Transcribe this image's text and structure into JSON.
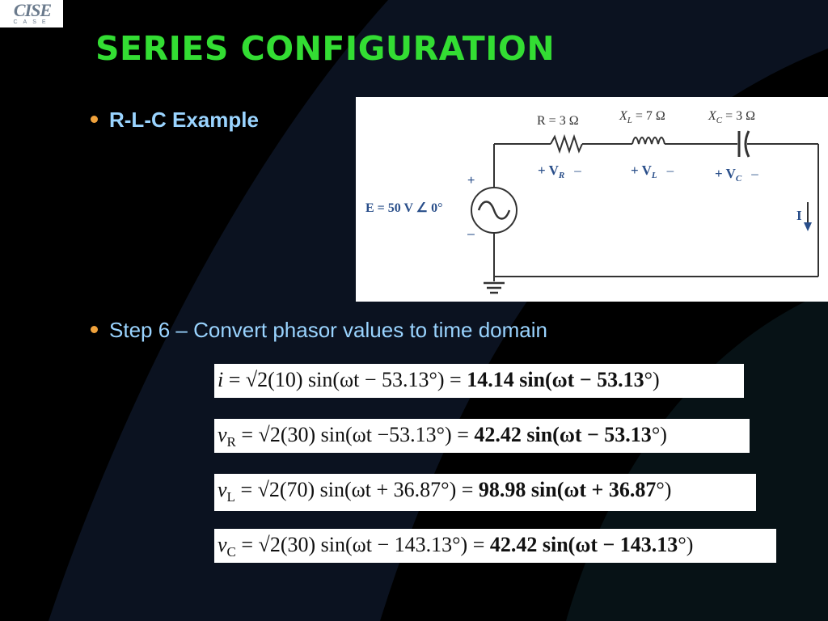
{
  "logo": {
    "main": "CISE",
    "sub": "CASE"
  },
  "title": "SERIES CONFIGURATION",
  "bullets": [
    "R-L-C Example",
    "Step 6 – Convert phasor values to time domain"
  ],
  "circuit": {
    "R": "R = 3 Ω",
    "XL": "X",
    "XL_sub": "L",
    "XL_val": " = 7 Ω",
    "XC": "X",
    "XC_sub": "C",
    "XC_val": " = 3 Ω",
    "VR": "+  V",
    "VR_sub": "R",
    "VR_minus": "–",
    "VL": "+  V",
    "VL_sub": "L",
    "VL_minus": "–",
    "VC": "+  V",
    "VC_sub": "C",
    "VC_minus": "–",
    "E": "E  =  50 V ∠ 0°",
    "plus": "+",
    "minus": "–",
    "I": "I"
  },
  "equations": [
    {
      "lhs": "i",
      "lhs_sub": "",
      "mid": " = √2(10) sin(ωt − 53.13°) = ",
      "res": "14.14 sin(ωt − 53.13",
      "end": "°)"
    },
    {
      "lhs": "v",
      "lhs_sub": "R",
      "mid": " = √2(30) sin(ωt −53.13°) = ",
      "res": "42.42 sin(ωt − 53.13",
      "end": "°)"
    },
    {
      "lhs": "v",
      "lhs_sub": "L",
      "mid": " = √2(70) sin(ωt + 36.87°) = ",
      "res": "98.98 sin(ωt + 36.87",
      "end": "°)"
    },
    {
      "lhs": "v",
      "lhs_sub": "C",
      "mid": " = √2(30) sin(ωt − 143.13°) = ",
      "res": "42.42 sin(ωt − 143.13",
      "end": "°)"
    }
  ],
  "colors": {
    "title": "#33dd33",
    "bullet_text": "#9ad4ff",
    "bullet_dot": "#f0a23c",
    "circuit_label": "#2a4f8a",
    "background": "#000000"
  }
}
